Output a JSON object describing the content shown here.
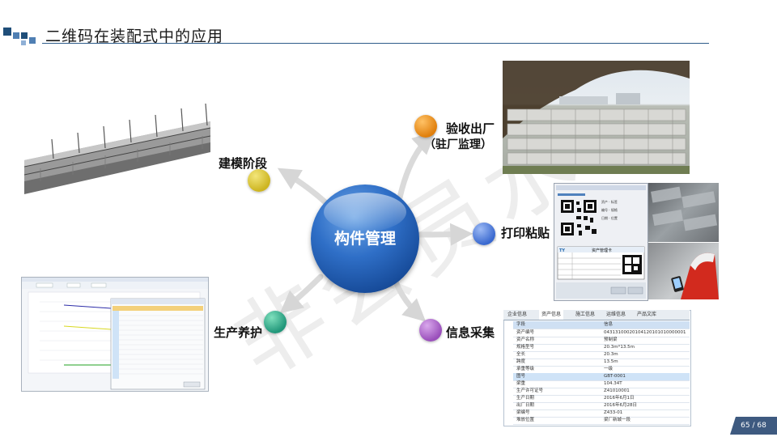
{
  "header": {
    "title": "二维码在装配式中的应用"
  },
  "watermark": "非会员水印",
  "center": {
    "label": "构件管理",
    "color": "#1f5fb8"
  },
  "nodes": [
    {
      "id": "modeling",
      "label": "建模阶段",
      "color": "#d4c12e"
    },
    {
      "id": "acceptance",
      "label": "验收出厂",
      "sublabel": "（驻厂监理）",
      "color": "#e48a12"
    },
    {
      "id": "print",
      "label": "打印粘贴",
      "color": "#4a78d8"
    },
    {
      "id": "collect",
      "label": "信息采集",
      "color": "#a35bc2"
    },
    {
      "id": "curing",
      "label": "生产养护",
      "color": "#2aa37d"
    }
  ],
  "info_table": {
    "tabs": [
      "企业信息",
      "资产信息",
      "施工信息",
      "运维信息",
      "产品文库"
    ],
    "header": [
      "字段",
      "信息"
    ],
    "rows": [
      [
        "资产编号",
        "04313100020104120101010000001"
      ],
      [
        "资产名称",
        "预制梁"
      ],
      [
        "规格型号",
        "20.3m*13.5m"
      ],
      [
        "全长",
        "20.3m"
      ],
      [
        "跨度",
        "13.5m"
      ],
      [
        "承重等级",
        "一级"
      ],
      [
        "图号",
        "GBT-0001"
      ],
      [
        "梁重",
        "104.34T"
      ],
      [
        "生产许可证号",
        "Z41010001"
      ],
      [
        "生产日期",
        "2016年6月1日"
      ],
      [
        "出厂日期",
        "2016年6月28日"
      ],
      [
        "梁编号",
        "Z433-01"
      ],
      [
        "堆放位置",
        "梁厂新城一段"
      ]
    ]
  },
  "label_card": {
    "title": "资产管理卡",
    "brand": "TY"
  },
  "page": {
    "indicator": "65 / 68"
  }
}
